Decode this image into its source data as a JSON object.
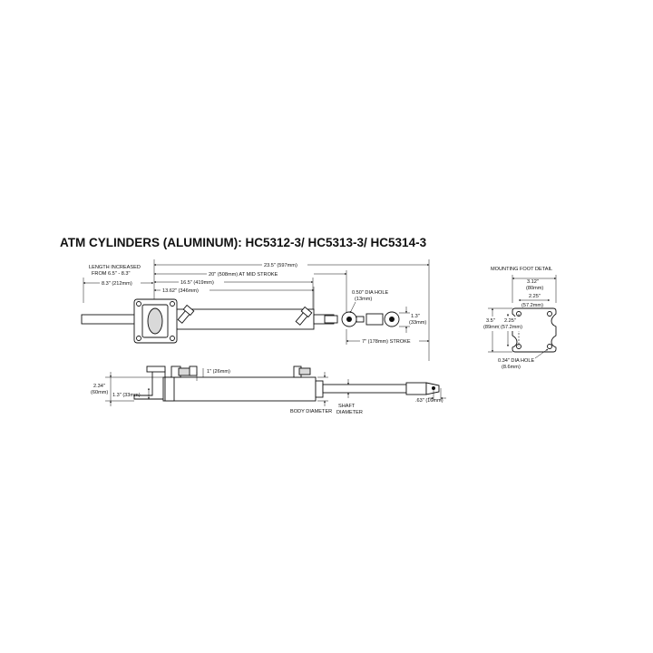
{
  "title": "ATM CYLINDERS (ALUMINUM): HC5312-3/ HC5313-3/ HC5314-3",
  "top_view": {
    "length_increased_line1": "LENGTH INCREASED",
    "length_increased_line2": "FROM 6.5\" - 8.3\"",
    "dim_8_3": "8.3\" (212mm)",
    "dim_23_5": "23.5\" (597mm)",
    "dim_20": "20\" (508mm) AT MID STROKE",
    "dim_16_5": "16.5\" (419mm)",
    "dim_13_62": "13.62\" (346mm)",
    "dia_hole_line1": "0.50\" DIA HOLE",
    "dia_hole_line2": "(13mm)",
    "dim_1_3_line1": "1.3\"",
    "dim_1_3_line2": "(33mm)",
    "stroke": "7\" (178mm) STROKE"
  },
  "side_view": {
    "dim_1": "1\" (26mm)",
    "dim_2_34_line1": "2.34\"",
    "dim_2_34_line2": "(60mm)",
    "dim_1_3": "1.3\" (33mm)",
    "body_diameter": "BODY DIAMETER",
    "shaft_diameter_line1": "SHAFT",
    "shaft_diameter_line2": "DIAMETER",
    "dim_63": ".63\" (16mm)"
  },
  "mounting_foot": {
    "title": "MOUNTING FOOT DETAIL",
    "dim_3_12_line1": "3.12\"",
    "dim_3_12_line2": "(80mm)",
    "dim_2_25_top": "2.25\"",
    "dim_57_2_top": "(57.2mm)",
    "dim_3_5_line1": "3.5\"",
    "dim_3_5_line2": "(89mm)",
    "dim_2_25_side_line1": "2.25\"",
    "dim_2_25_side_line2": "(57.2mm)",
    "dia_hole_line1": "0.34\" DIA HOLE",
    "dia_hole_line2": "(8.6mm)"
  }
}
